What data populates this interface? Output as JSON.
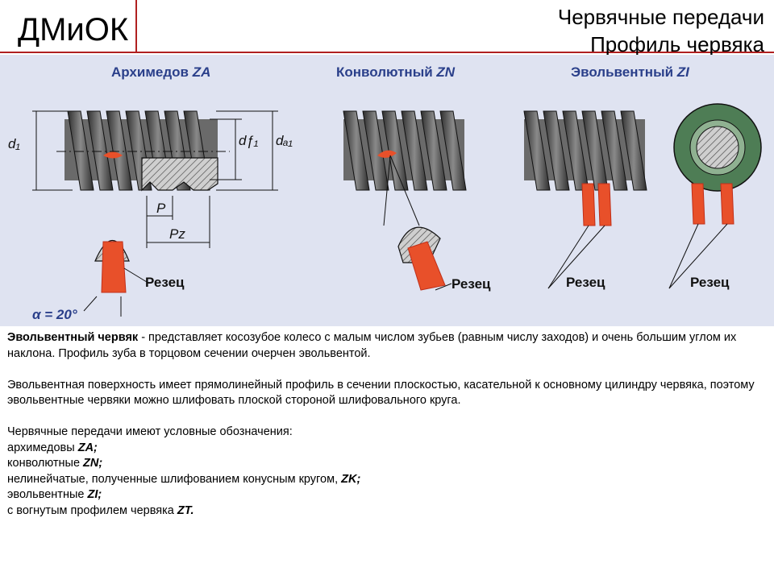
{
  "header": {
    "logo": "ДМиОК",
    "title_line1": "Червячные передачи",
    "title_line2": "Профиль червяка"
  },
  "figure": {
    "captions": [
      {
        "name": "Архимедов",
        "code": "ZA"
      },
      {
        "name": "Конволютный",
        "code": "ZN"
      },
      {
        "name": "Эвольвентный",
        "code": "ZI"
      }
    ],
    "labels": {
      "d1": "d₁",
      "df": "dƒ₁",
      "da": "dₐ₁",
      "p": "P",
      "pz": "Pz",
      "cutter": "Резец",
      "alpha": "α = 20°"
    },
    "colors": {
      "cutter": "#e8502a",
      "worm": "#555555",
      "wheel": "#4e7d55",
      "background": "#dfe3f1"
    }
  },
  "body": {
    "p1_bold": "Эвольвентный червяк",
    "p1_rest": " - представляет косозубое колесо с малым числом зубьев (равным числу заходов) и очень большим углом их наклона. Профиль зуба в торцовом сечении очерчен эвольвентой.",
    "p2": "Эвольвентная поверхность имеет прямолинейный профиль в сечении плоскостью, касательной к основному цилиндру червяка, поэтому эвольвентные червяки можно шлифовать плоской стороной шлифовального круга.",
    "p3": "Червячные передачи имеют условные обозначения:",
    "list": [
      {
        "text": "архимедовы ",
        "code": "ZA;"
      },
      {
        "text": "конволютные ",
        "code": "ZN;"
      },
      {
        "text": "нелинейчатые, полученные шлифованием конусным кругом, ",
        "code": "ZK;"
      },
      {
        "text": "эвольвентные ",
        "code": "ZI;"
      },
      {
        "text": "с вогнутым профилем червяка ",
        "code": "ZT."
      }
    ]
  }
}
